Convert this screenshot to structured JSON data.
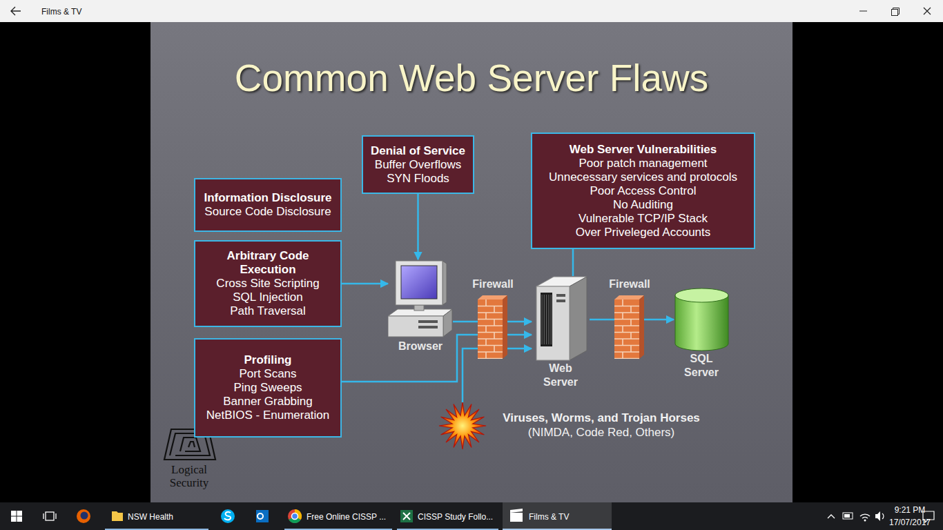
{
  "diagram": {
    "title": "Common Web Server Flaws",
    "nodes": [
      {
        "text": [
          "Denial of Service",
          "Buffer Overflows",
          "SYN Floods"
        ]
      },
      {
        "text": [
          "Web Server Vulnerabilities",
          "Poor patch management",
          "Unnecessary services and protocols",
          "Poor Access Control",
          "No Auditing",
          "Vulnerable TCP/IP Stack",
          "Over Priveleged Accounts"
        ]
      },
      {
        "text": [
          "Information Disclosure",
          "Source Code Disclosure"
        ]
      },
      {
        "text": [
          "Arbitrary Code Execution",
          "Cross Site Scripting",
          "SQL Injection",
          "Path Traversal"
        ]
      },
      {
        "text": [
          "Profiling",
          "Port Scans",
          "Ping Sweeps",
          "Banner Grabbing",
          "NetBIOS - Enumeration"
        ]
      },
      {
        "text": [
          "Browser"
        ]
      },
      {
        "text": [
          "Firewall"
        ]
      },
      {
        "text": [
          "Web Server"
        ]
      },
      {
        "text": [
          "Firewall"
        ]
      },
      {
        "text": [
          "SQL Server"
        ]
      },
      {
        "text": [
          "Viruses, Worms, and Trojan Horses",
          "(NIMDA, Code Red, Others)"
        ]
      }
    ],
    "edges": [
      {
        "from": 0,
        "to": 5,
        "arrow": "to"
      },
      {
        "from": 3,
        "to": 5,
        "arrow": "to"
      },
      {
        "from": 5,
        "to": 7,
        "arrow": "to"
      },
      {
        "from": 4,
        "to": 7,
        "arrow": "to"
      },
      {
        "from": 10,
        "to": 7,
        "arrow": "to"
      },
      {
        "from": 7,
        "to": 9,
        "arrow": "to"
      },
      {
        "from": 1,
        "to": 7,
        "arrow": "none"
      }
    ],
    "labels": [
      "Films & TV",
      "Logical Security",
      "NSW Health",
      "Free Online CISSP ...",
      "CISSP Study Follo...",
      "Films & TV",
      "9:21 PM",
      "17/07/2017"
    ]
  }
}
